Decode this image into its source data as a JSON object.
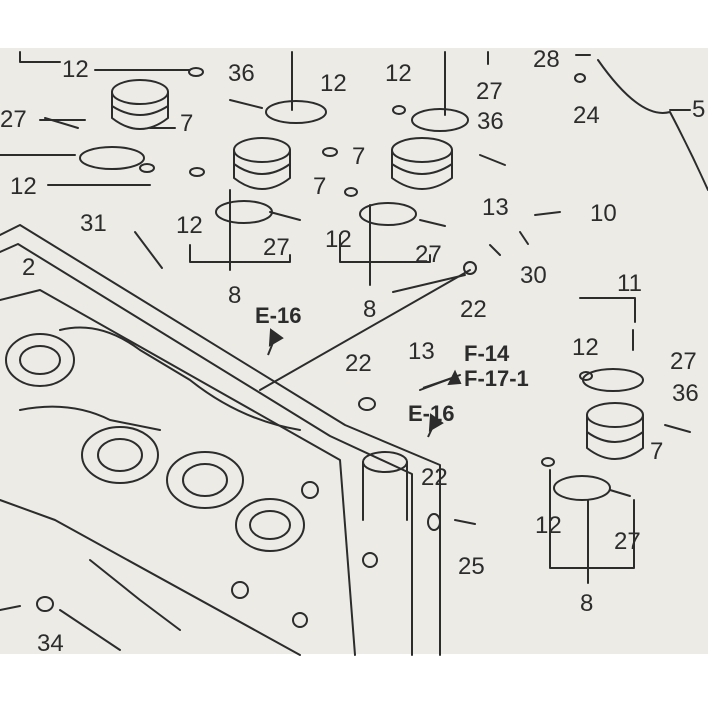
{
  "parts": {
    "p12a": "12",
    "p36a": "36",
    "p12b": "12",
    "p12c": "12",
    "p27a": "27",
    "p28": "28",
    "p5": "5",
    "p27b": "27",
    "p7a": "7",
    "p36b": "36",
    "p24": "24",
    "p12d": "12",
    "p7b": "7",
    "p7c": "7",
    "p13a": "13",
    "p10": "10",
    "p31": "31",
    "p12e": "12",
    "p12f": "12",
    "p27c": "27",
    "p2": "2",
    "p27d": "27",
    "p30": "30",
    "p11": "11",
    "p8a": "8",
    "p22a": "22",
    "p8b": "8",
    "p22b": "22",
    "p13b": "13",
    "p12g": "12",
    "p27e": "27",
    "p36c": "36",
    "p7d": "7",
    "p22c": "22",
    "p12h": "12",
    "p27f": "27",
    "p25": "25",
    "p8c": "8",
    "p34": "34"
  },
  "refs": {
    "e16a": "E-16",
    "f14": "F-14",
    "f171": "F-17-1",
    "e16b": "E-16"
  },
  "colors": {
    "ink": "#2c2c2c",
    "paper": "#ecebe6",
    "background": "#ffffff"
  }
}
